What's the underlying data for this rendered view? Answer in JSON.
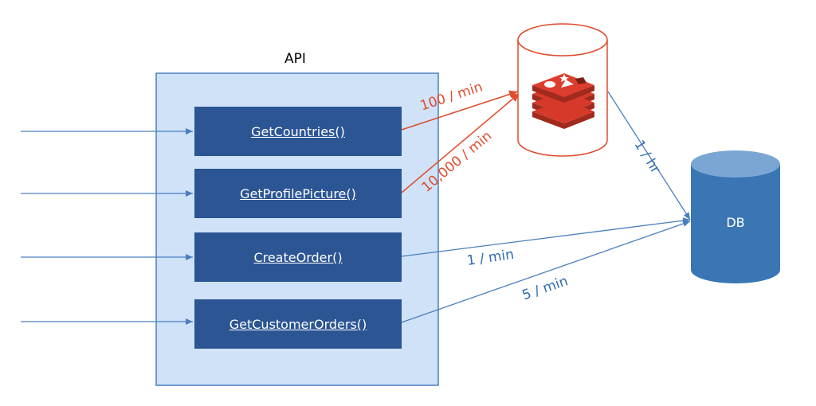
{
  "api": {
    "title": "API",
    "methods": [
      {
        "label": "GetCountries()"
      },
      {
        "label": "GetProfilePicture()"
      },
      {
        "label": "CreateOrder()"
      },
      {
        "label": "GetCustomerOrders()"
      }
    ]
  },
  "cache": {
    "icon": "redis-logo-icon"
  },
  "database": {
    "label": "DB"
  },
  "rates": {
    "countries_to_cache": "100 / min",
    "profile_to_cache": "10,000 / min",
    "cache_to_db": "1 / hr",
    "create_order_to_db": "1 / min",
    "customer_orders_to_db": "5 / min"
  },
  "colors": {
    "api_box_fill": "#cfe2f7",
    "api_box_border": "#4a7fbe",
    "method_fill": "#2b5593",
    "cache_stroke": "#e04b2c",
    "db_fill": "#3a76b4",
    "db_top": "#7ba6d3",
    "arrow_blue": "#4a7fbe",
    "arrow_red": "#e04b2c"
  }
}
